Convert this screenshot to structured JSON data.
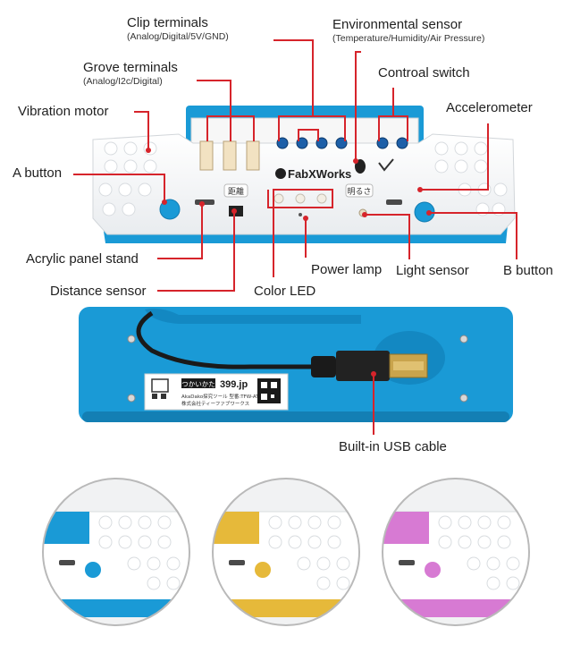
{
  "labels": {
    "clip_terminals": "Clip terminals",
    "clip_terminals_sub": "(Analog/Digital/5V/GND)",
    "environmental_sensor": "Environmental sensor",
    "environmental_sensor_sub": "(Temperature/Humidity/Air Pressure)",
    "grove_terminals": "Grove terminals",
    "grove_terminals_sub": "(Analog/I2c/Digital)",
    "control_switch": "Controal switch",
    "vibration_motor": "Vibration motor",
    "accelerometer": "Accelerometer",
    "a_button": "A button",
    "acrylic_panel_stand": "Acrylic panel stand",
    "distance_sensor": "Distance sensor",
    "power_lamp": "Power lamp",
    "light_sensor": "Light sensor",
    "b_button": "B button",
    "color_led": "Color LED",
    "builtin_usb_cable": "Built-in USB cable"
  },
  "device": {
    "logo_text": "FabXWorks",
    "chip_distance": "距離",
    "chip_brightness": "明るさ",
    "sticker_how_to": "つかいかた",
    "sticker_url": "399.jp",
    "sticker_line1": "AkaDako探究ツール 型番:TFW-AT1",
    "sticker_line2": "株式会社ティーファブワークス"
  },
  "colors": {
    "accent_red": "#d6242b",
    "case_blue": "#1a9ad6",
    "case_yellow": "#e6b93a",
    "case_pink": "#d77ad3"
  },
  "variants": [
    {
      "name": "blue-variant",
      "color": "#1a9ad6"
    },
    {
      "name": "yellow-variant",
      "color": "#e6b93a"
    },
    {
      "name": "pink-variant",
      "color": "#d77ad3"
    }
  ]
}
